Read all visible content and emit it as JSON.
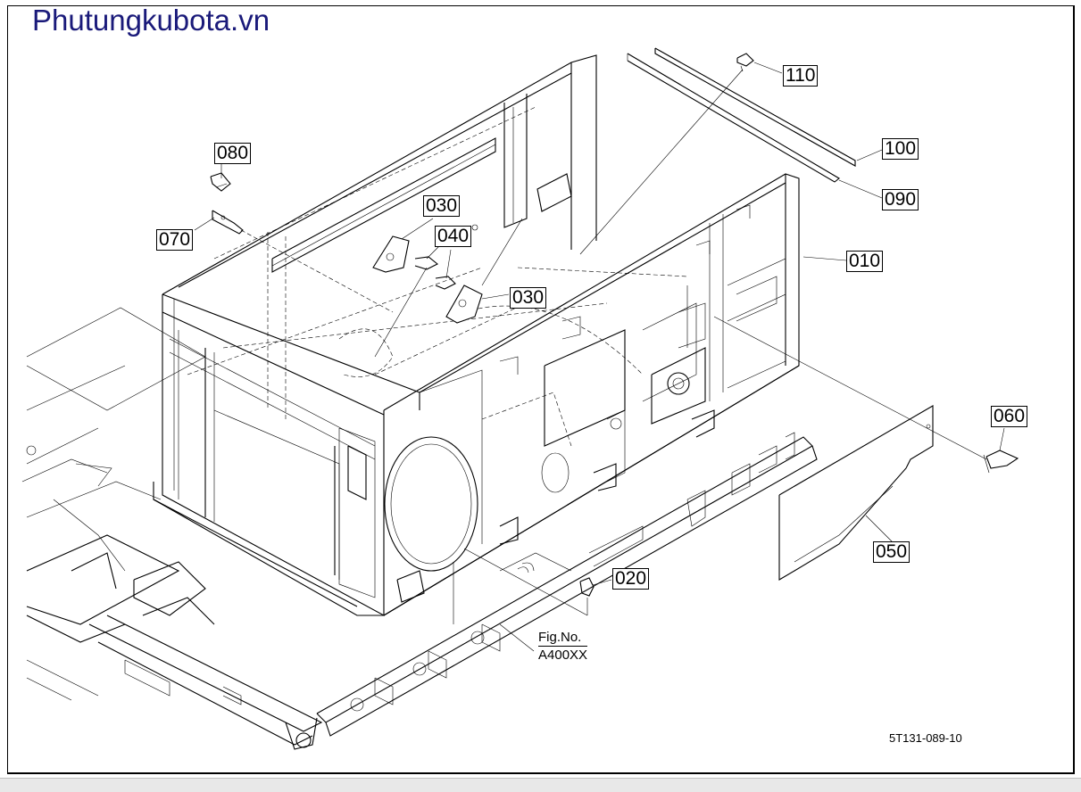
{
  "watermark": "Phutungkubota.vn",
  "callouts": {
    "p010": "010",
    "p020": "020",
    "p030a": "030",
    "p030b": "030",
    "p040": "040",
    "p050": "050",
    "p060": "060",
    "p070": "070",
    "p080": "080",
    "p090": "090",
    "p100": "100",
    "p110": "110"
  },
  "figure_reference": {
    "line1": "Fig.No.",
    "line2": "A400XX"
  },
  "drawing_number": "5T131-089-10",
  "colors": {
    "watermark": "#1a1a7a",
    "line": "#000000",
    "background": "#ffffff"
  }
}
